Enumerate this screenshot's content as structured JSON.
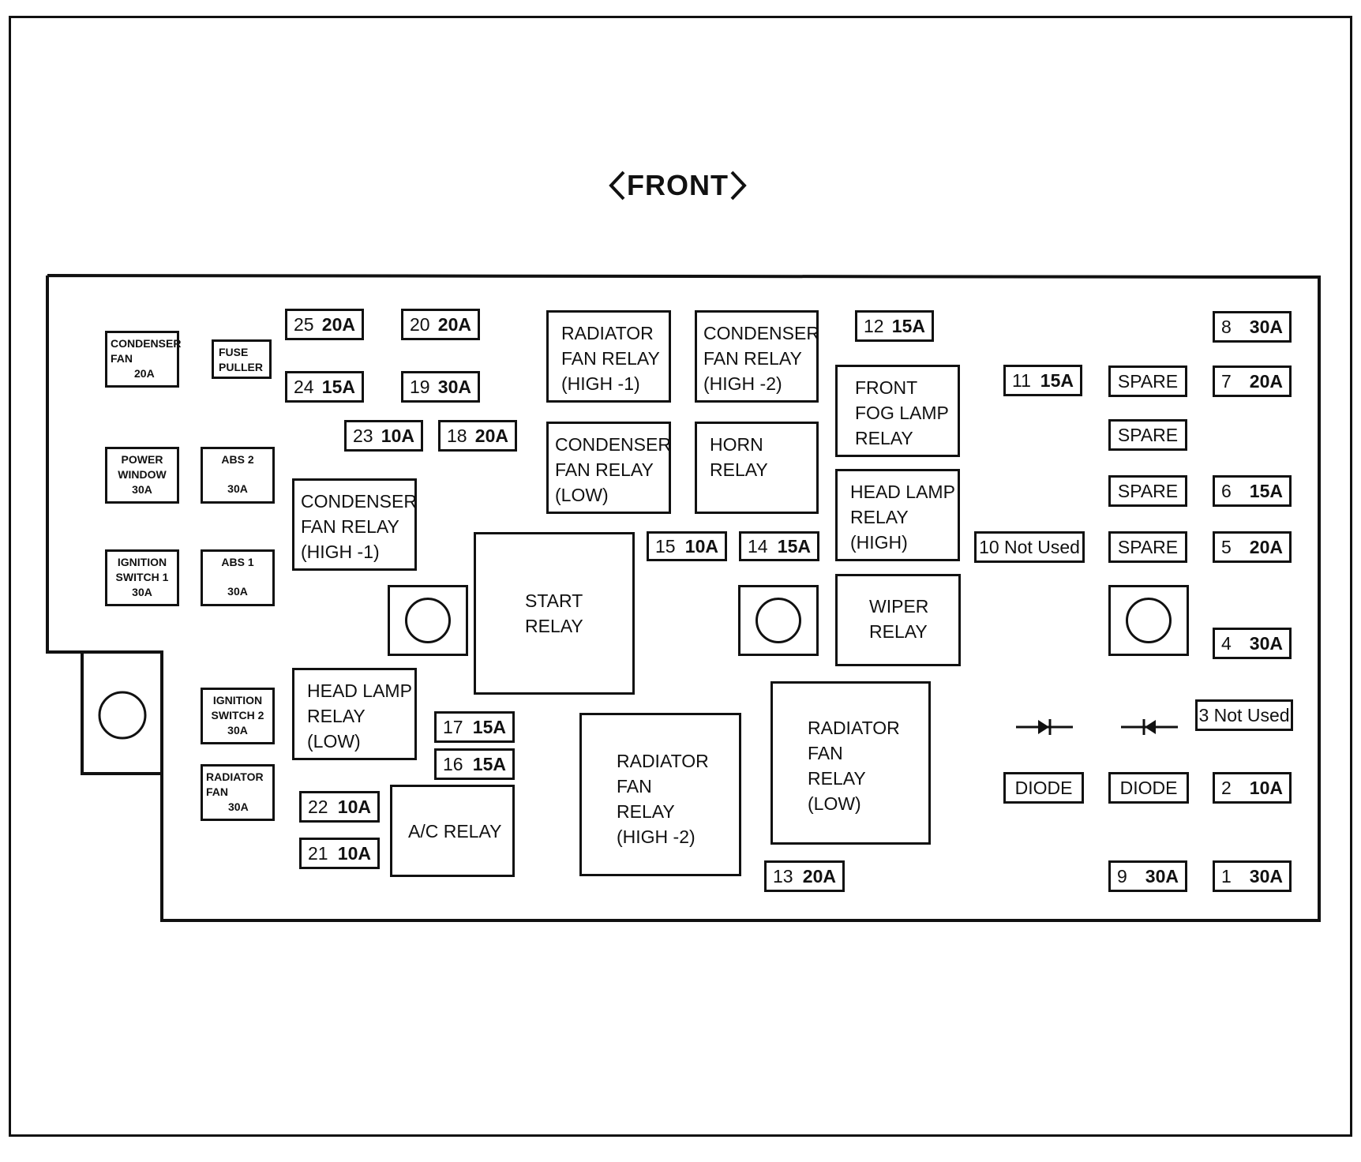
{
  "title": "FRONT",
  "fuses": {
    "f25": {
      "num": "25",
      "amp": "20A"
    },
    "f20": {
      "num": "20",
      "amp": "20A"
    },
    "f24": {
      "num": "24",
      "amp": "15A"
    },
    "f19": {
      "num": "19",
      "amp": "30A"
    },
    "f23": {
      "num": "23",
      "amp": "10A"
    },
    "f18": {
      "num": "18",
      "amp": "20A"
    },
    "f12": {
      "num": "12",
      "amp": "15A"
    },
    "f11": {
      "num": "11",
      "amp": "15A"
    },
    "f8": {
      "num": "8",
      "amp": "30A"
    },
    "f7": {
      "num": "7",
      "amp": "20A"
    },
    "f6": {
      "num": "6",
      "amp": "15A"
    },
    "f5": {
      "num": "5",
      "amp": "20A"
    },
    "f4": {
      "num": "4",
      "amp": "30A"
    },
    "f2": {
      "num": "2",
      "amp": "10A"
    },
    "f1": {
      "num": "1",
      "amp": "30A"
    },
    "f9": {
      "num": "9",
      "amp": "30A"
    },
    "f15": {
      "num": "15",
      "amp": "10A"
    },
    "f14": {
      "num": "14",
      "amp": "15A"
    },
    "f17": {
      "num": "17",
      "amp": "15A"
    },
    "f16": {
      "num": "16",
      "amp": "15A"
    },
    "f22": {
      "num": "22",
      "amp": "10A"
    },
    "f21": {
      "num": "21",
      "amp": "10A"
    },
    "f13": {
      "num": "13",
      "amp": "20A"
    }
  },
  "not_used": {
    "f10": "10 Not Used",
    "f3": "3 Not Used"
  },
  "spare_label": "SPARE",
  "diode_label": "DIODE",
  "small_fuses": {
    "condenser_fan": {
      "line1": "CONDENSER",
      "line2": "FAN",
      "amp": "20A"
    },
    "fuse_puller": {
      "line1": "FUSE",
      "line2": "PULLER"
    },
    "power_window": {
      "line1": "POWER",
      "line2": "WINDOW",
      "amp": "30A"
    },
    "abs2": {
      "line1": "ABS 2",
      "amp": "30A"
    },
    "ignition_switch1": {
      "line1": "IGNITION",
      "line2": "SWITCH 1",
      "amp": "30A"
    },
    "abs1": {
      "line1": "ABS 1",
      "amp": "30A"
    },
    "ignition_switch2": {
      "line1": "IGNITION",
      "line2": "SWITCH 2",
      "amp": "30A"
    },
    "radiator_fan": {
      "line1": "RADIATOR",
      "line2": "FAN",
      "amp": "30A"
    }
  },
  "relays": {
    "radiator_fan_high1": [
      "RADIATOR",
      "FAN RELAY",
      "(HIGH -1)"
    ],
    "condenser_fan_high2": [
      "CONDENSER",
      "FAN RELAY",
      "(HIGH -2)"
    ],
    "condenser_fan_low": [
      "CONDENSER",
      "FAN RELAY",
      "(LOW)"
    ],
    "horn": [
      "HORN",
      "RELAY"
    ],
    "front_fog_lamp": [
      "FRONT",
      "FOG LAMP",
      "RELAY"
    ],
    "head_lamp_high": [
      "HEAD LAMP",
      "RELAY",
      "(HIGH)"
    ],
    "condenser_fan_high1": [
      "CONDENSER",
      "FAN RELAY",
      "(HIGH -1)"
    ],
    "start": [
      "START",
      "RELAY"
    ],
    "wiper": [
      "WIPER",
      "RELAY"
    ],
    "head_lamp_low": [
      "HEAD LAMP",
      "RELAY",
      "(LOW)"
    ],
    "ac": [
      "A/C RELAY"
    ],
    "radiator_fan_high2": [
      "RADIATOR",
      "FAN",
      "RELAY",
      "(HIGH -2)"
    ],
    "radiator_fan_low": [
      "RADIATOR",
      "FAN",
      "RELAY",
      "(LOW)"
    ]
  }
}
